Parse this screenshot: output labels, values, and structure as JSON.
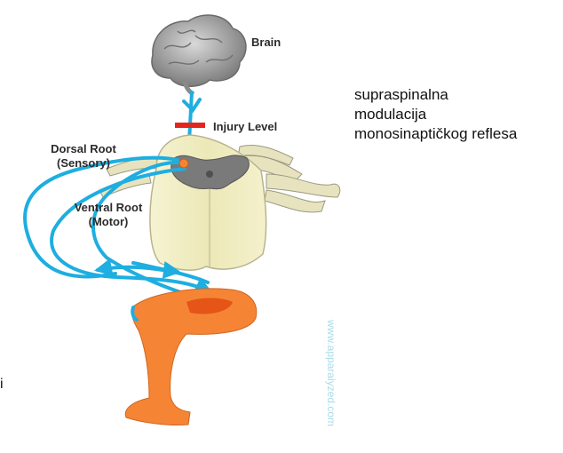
{
  "labels": {
    "brain": "Brain",
    "injury": "Injury Level",
    "dorsal_root_line1": "Dorsal Root",
    "dorsal_root_line2": "(Sensory)",
    "ventral_root_line1": "Ventral Root",
    "ventral_root_line2": "(Motor)"
  },
  "caption": {
    "line1": "supraspinalna",
    "line2": "modulacija",
    "line3": "monosinaptičkog reflesa"
  },
  "watermark": "www.apparalyzed.com",
  "stray_text": "i",
  "colors": {
    "nerve": "#1eaee0",
    "injury_bar": "#e3261d",
    "leg": "#f58535",
    "spinal_cord": "#efecc0",
    "grey_matter": "#777777",
    "brain": "#a9a9a9"
  }
}
